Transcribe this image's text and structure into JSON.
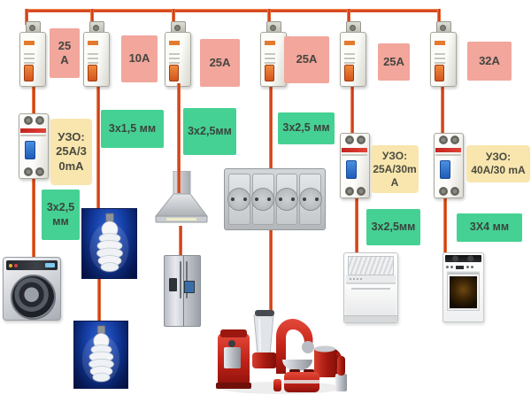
{
  "colors": {
    "wire": "#dd4b1e",
    "breaker_label_bg": "#f2a69c",
    "wire_gauge_label_bg": "#45d193",
    "rcd_label_bg": "#f8e6ae",
    "background": "#ffffff"
  },
  "breaker_ratings": [
    "25\nА",
    "10А",
    "25А",
    "25А",
    "25А",
    "32А"
  ],
  "wire_gauges": [
    "3х2,5\nмм",
    "3х1,5 мм",
    "3х2,5мм",
    "3х2,5 мм",
    "3х2,5мм",
    "3Х4 мм"
  ],
  "rcd_ratings": [
    "УЗО:\n25А/3\n0mA",
    "УЗО:\n25А/30m\nА",
    "УЗО:\n40А/30 mA"
  ],
  "icons": {
    "devices": [
      "circuit-breaker",
      "rcd-device"
    ],
    "appliances": [
      "washing-machine",
      "cfl-bulb",
      "cfl-bulb",
      "cooker-hood",
      "refrigerator",
      "socket-outlet-block",
      "kitchen-appliance-set",
      "dishwasher",
      "electric-stove"
    ]
  }
}
